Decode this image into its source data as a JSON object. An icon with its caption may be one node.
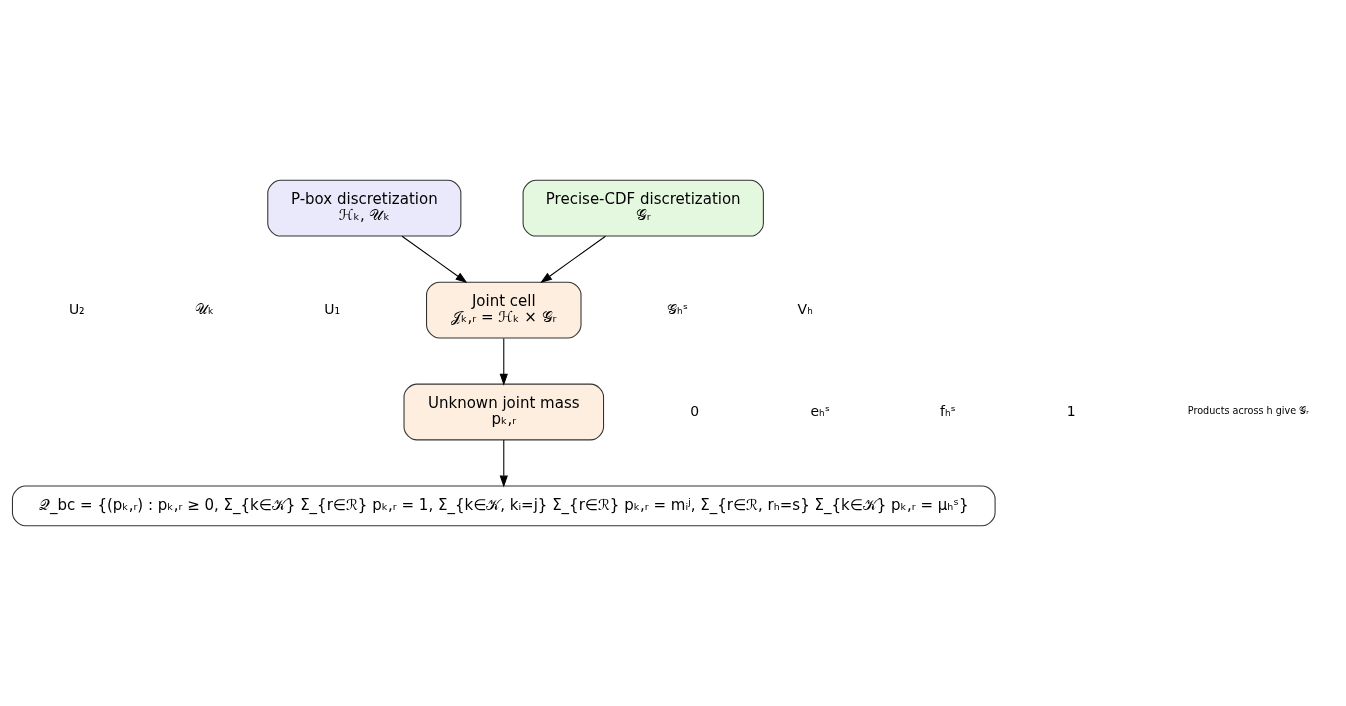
{
  "diagram": {
    "nodes": [
      {
        "text": [
          "P-box discretization",
          "ℋₖ, 𝒰ₖ"
        ]
      },
      {
        "text": [
          "Precise-CDF discretization",
          "𝒢ᵣ"
        ]
      },
      {
        "text": [
          "Joint cell",
          "𝒥ₖ,ᵣ = ℋₖ × 𝒢ᵣ"
        ]
      },
      {
        "text": [
          "Unknown joint mass",
          "pₖ,ᵣ"
        ]
      },
      {
        "text": [
          "𝒬_bc = {(pₖ,ᵣ) : pₖ,ᵣ ≥ 0, Σ_{k∈𝒦} Σ_{r∈ℛ} pₖ,ᵣ = 1, Σ_{k∈𝒦, kᵢ=j} Σ_{r∈ℛ} pₖ,ᵣ = mᵢʲ, Σ_{r∈ℛ, rₕ=s} Σ_{k∈𝒦} pₖ,ᵣ = μₕˢ}"
        ]
      }
    ],
    "edges": [
      {
        "from": 0,
        "to": 2,
        "arrow": "to"
      },
      {
        "from": 1,
        "to": 2,
        "arrow": "to"
      },
      {
        "from": 2,
        "to": 3,
        "arrow": "to"
      },
      {
        "from": 3,
        "to": 4,
        "arrow": "to"
      }
    ],
    "labels": [
      "U₂",
      "𝒰ₖ",
      "U₁",
      "𝒢ₕˢ",
      "Vₕ",
      "0",
      "eₕˢ",
      "fₕˢ",
      "1",
      "Products across h give 𝒢ᵣ"
    ]
  }
}
